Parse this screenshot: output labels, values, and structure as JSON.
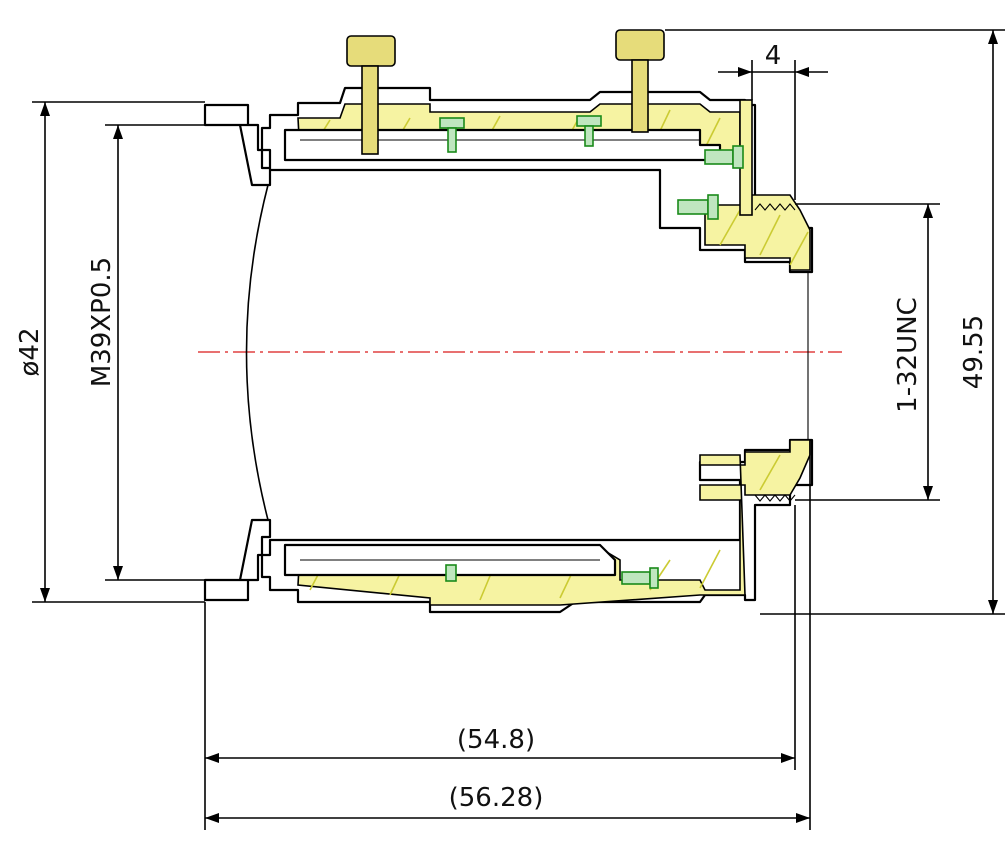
{
  "dimensions": {
    "outer_diameter": "ø42",
    "mount_thread": "M39XP0.5",
    "rear_thread": "1-32UNC",
    "overall_height": "49.55",
    "flange_offset": "4",
    "length_inner": "(54.8)",
    "length_outer": "(56.28)"
  },
  "colors": {
    "line": "#000000",
    "body_fill": "#f6f3a2",
    "hatch": "#cbcb33",
    "screws": "#1a8a1a",
    "knobs": "#e6dc7a",
    "centerline": "#e04040"
  }
}
